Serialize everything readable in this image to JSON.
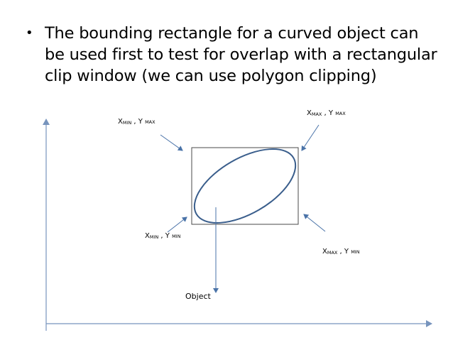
{
  "bullet": {
    "marker": "•",
    "text": "The bounding rectangle for a curved object can be used first to test for overlap with a rectangular clip window (we can use polygon clipping)"
  },
  "labels": {
    "top_left": {
      "x": "X",
      "x_sub": "MIN",
      "sep": " , Y ",
      "y_sub": "MAX"
    },
    "top_right": {
      "x": "X",
      "x_sub": "MAX",
      "sep": " , Y ",
      "y_sub": "MAX"
    },
    "bottom_left": {
      "x": "X",
      "x_sub": "MIN",
      "sep": " , Y ",
      "y_sub": "MIN"
    },
    "bottom_right": {
      "x": "X",
      "x_sub": "MAX",
      "sep": " , Y ",
      "y_sub": "MIN"
    },
    "object": "Object"
  },
  "colors": {
    "ellipse_stroke": "#3a5e8c",
    "arrow": "#4a73a8",
    "axis": "#7794bd",
    "rect_stroke": "#4a4a4a"
  }
}
